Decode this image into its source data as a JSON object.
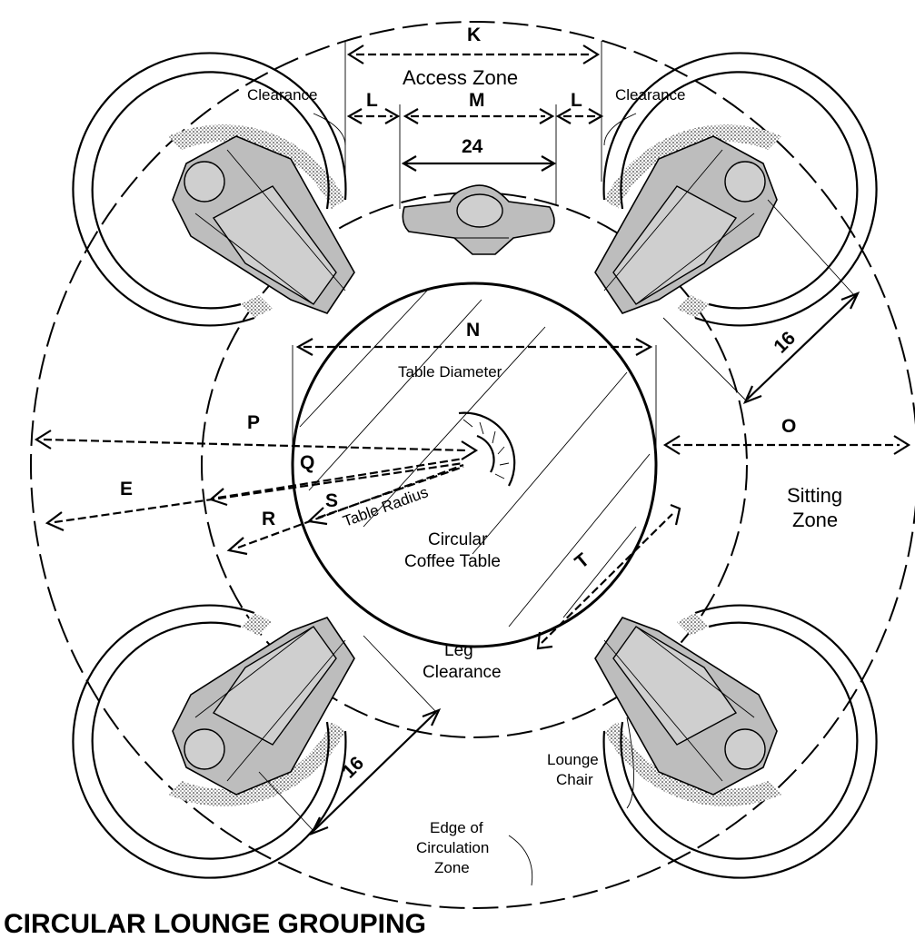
{
  "diagram": {
    "title": "CIRCULAR LOUNGE GROUPING",
    "zones": {
      "access": "Access Zone",
      "sitting_line1": "Sitting",
      "sitting_line2": "Zone"
    },
    "labels": {
      "clearance_left": "Clearance",
      "clearance_right": "Clearance",
      "table_diameter": "Table Diameter",
      "table_radius": "Table Radius",
      "coffee_table_line1": "Circular",
      "coffee_table_line2": "Coffee Table",
      "leg_clearance_line1": "Leg",
      "leg_clearance_line2": "Clearance",
      "lounge_chair_line1": "Lounge",
      "lounge_chair_line2": "Chair",
      "circulation_line1": "Edge of",
      "circulation_line2": "Circulation",
      "circulation_line3": "Zone"
    },
    "dimension_letters": {
      "K": "K",
      "L_left": "L",
      "M": "M",
      "L_right": "L",
      "N": "N",
      "O": "O",
      "P": "P",
      "Q": "Q",
      "E": "E",
      "S": "S",
      "R": "R",
      "T": "T"
    },
    "dimension_values": {
      "chair_width": "24",
      "depth_upper_right": "16",
      "depth_lower_left": "16"
    }
  }
}
